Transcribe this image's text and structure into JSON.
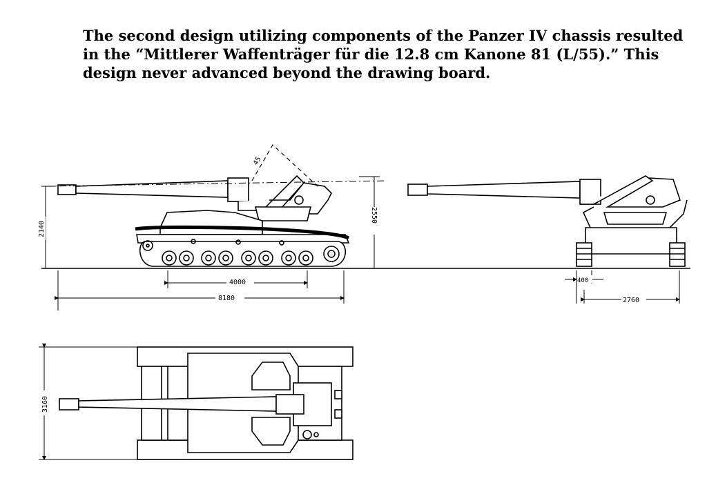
{
  "caption": {
    "line1": "The second design utilizing components of the Panzer IV chassis resulted",
    "line2": "in the “Mittlerer Waffenträger für die 12.8 cm Kanone 81 (L/55).” This",
    "line3": "design never advanced beyond the drawing board."
  },
  "dimensions": {
    "side_height": "2140",
    "overall_height": "2550",
    "wheelbase": "4000",
    "overall_length": "8180",
    "track_width": "400",
    "overall_width_front": "2760",
    "overall_width_top": "3160",
    "elevation_angle": "45"
  }
}
